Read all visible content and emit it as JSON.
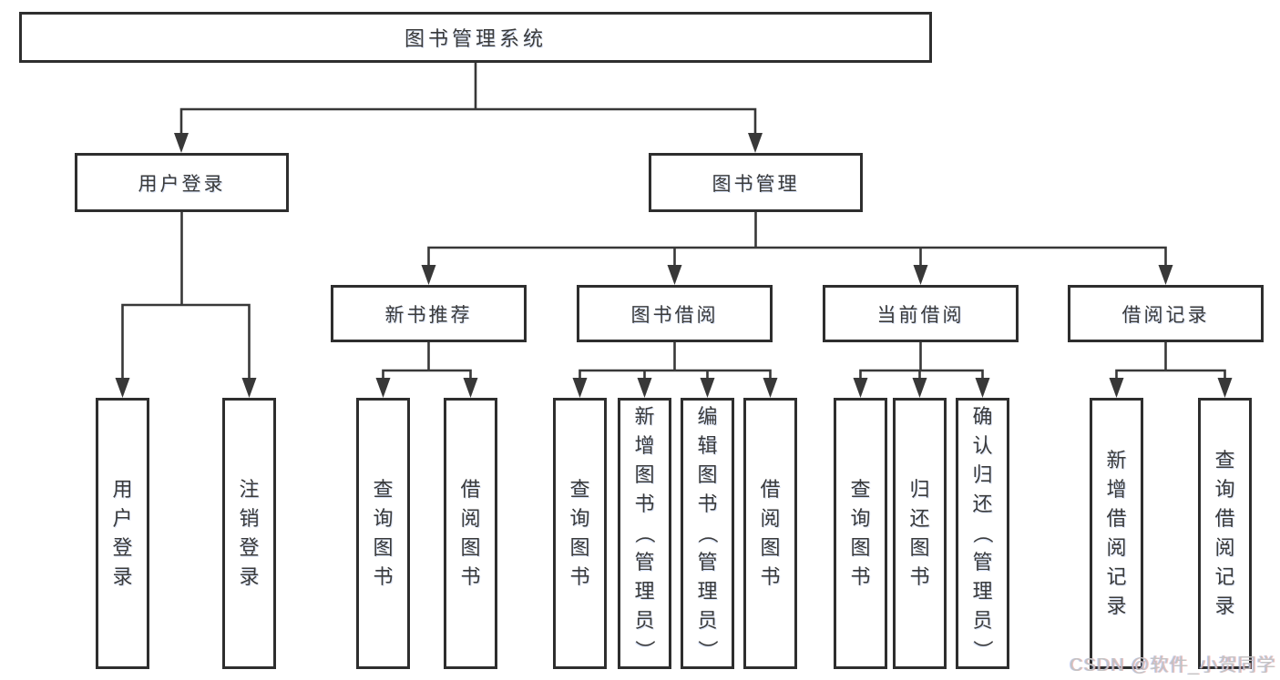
{
  "tree": {
    "root": "图书管理系统",
    "level2": [
      {
        "label": "用户登录"
      },
      {
        "label": "图书管理"
      }
    ],
    "level3": [
      {
        "label": "新书推荐",
        "parent": "图书管理"
      },
      {
        "label": "图书借阅",
        "parent": "图书管理"
      },
      {
        "label": "当前借阅",
        "parent": "图书管理"
      },
      {
        "label": "借阅记录",
        "parent": "图书管理"
      }
    ],
    "leaves": [
      {
        "label": "用户登录",
        "parent": "用户登录"
      },
      {
        "label": "注销登录",
        "parent": "用户登录"
      },
      {
        "label": "查询图书",
        "parent": "新书推荐"
      },
      {
        "label": "借阅图书",
        "parent": "新书推荐"
      },
      {
        "label": "查询图书",
        "parent": "图书借阅"
      },
      {
        "label": "新增图书（管理员）",
        "parent": "图书借阅"
      },
      {
        "label": "编辑图书（管理员）",
        "parent": "图书借阅"
      },
      {
        "label": "借阅图书",
        "parent": "图书借阅"
      },
      {
        "label": "查询图书",
        "parent": "当前借阅"
      },
      {
        "label": "归还图书",
        "parent": "当前借阅"
      },
      {
        "label": "确认归还（管理员）",
        "parent": "当前借阅"
      },
      {
        "label": "新增借阅记录",
        "parent": "借阅记录"
      },
      {
        "label": "查询借阅记录",
        "parent": "借阅记录"
      }
    ]
  },
  "watermark": "CSDN @软件_小贺同学",
  "colors": {
    "background": "#ffffff",
    "line": "#383838",
    "box_border": "#2e2e2e",
    "text": "#3a3a3a",
    "watermark": "#c3c3c3"
  }
}
